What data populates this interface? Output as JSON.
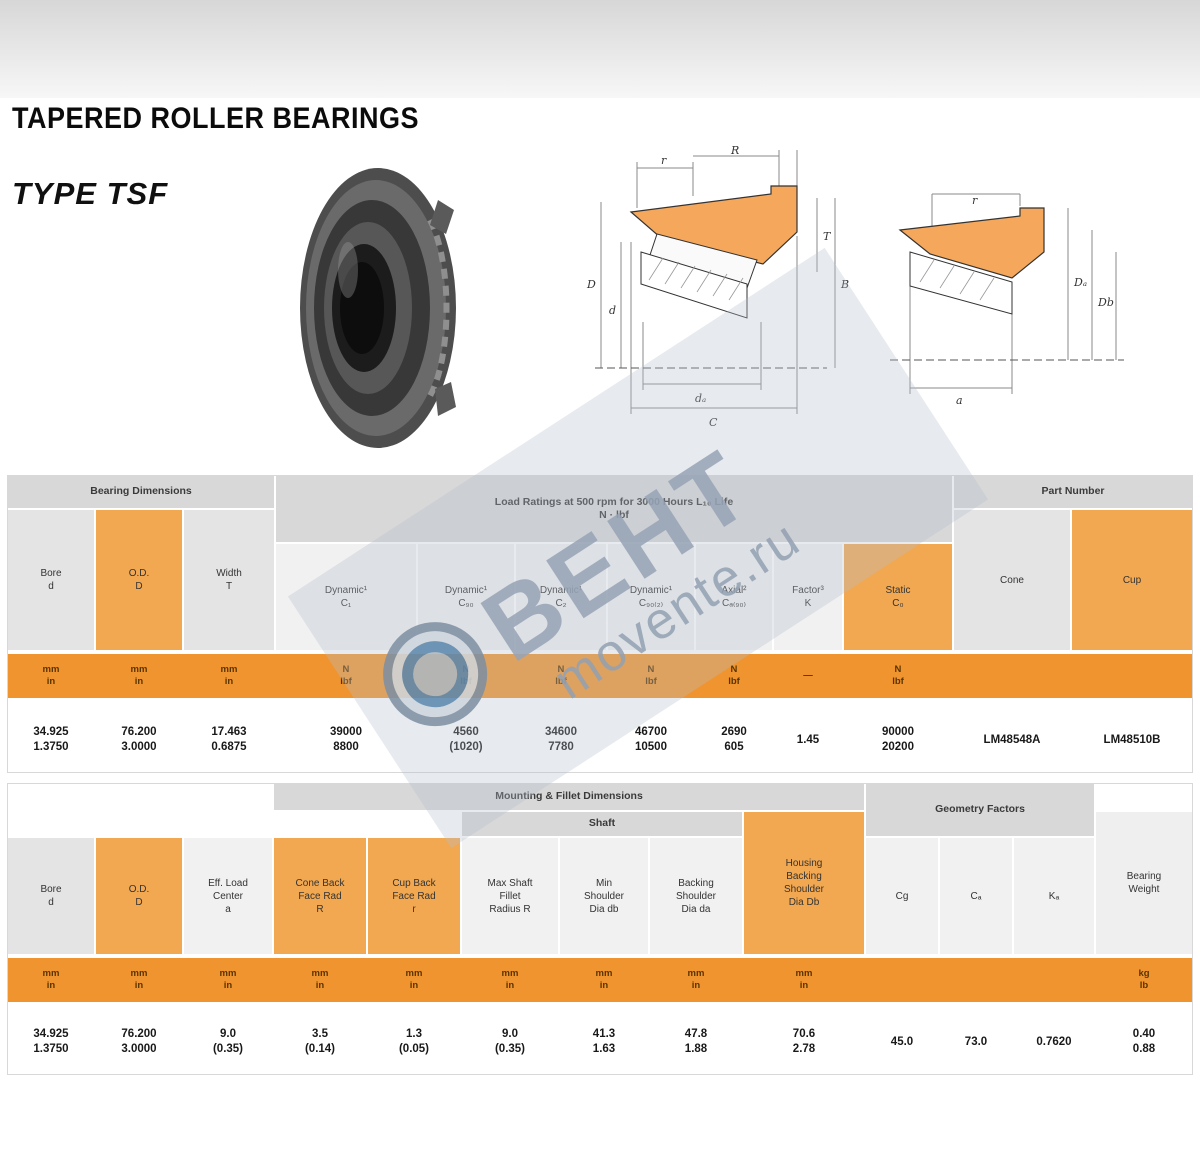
{
  "page": {
    "title_bar": "TAPERED ROLLER BEARINGS",
    "type_label": "TYPE TSF"
  },
  "watermark": {
    "brand": "ВЕНТ",
    "site": "movente.ru"
  },
  "diagrams": {
    "center": {
      "labels": [
        "r",
        "R",
        "D",
        "d",
        "T",
        "B",
        "dₐ",
        "C"
      ]
    },
    "right": {
      "labels": [
        "Dₐ",
        "Db",
        "a",
        "r"
      ]
    }
  },
  "table1": {
    "groups": {
      "dims": "Bearing Dimensions",
      "ratings": "Load Ratings at 500 rpm for 3000 Hours L₁₀ Life\nN · lbf",
      "part": "Part Number"
    },
    "columns": [
      {
        "label": "Bore\nd",
        "unit": "mm\nin",
        "value": "34.925\n1.3750"
      },
      {
        "label": "O.D.\nD",
        "unit": "mm\nin",
        "value": "76.200\n3.0000"
      },
      {
        "label": "Width\nT",
        "unit": "mm\nin",
        "value": "17.463\n0.6875"
      },
      {
        "label": "Dynamic¹\nC₁",
        "unit": "N\nlbf",
        "value": "39000\n8800"
      },
      {
        "label": "Dynamic¹\nC₉₀",
        "unit": "N\nlbf",
        "value": "4560\n(1020)"
      },
      {
        "label": "Dynamic¹\nC₂",
        "unit": "N\nlbf",
        "value": "34600\n7780"
      },
      {
        "label": "Dynamic¹\nC₉₀₍₂₎",
        "unit": "N\nlbf",
        "value": "46700\n10500"
      },
      {
        "label": "Axial²\nCₐ₍₉₀₎",
        "unit": "N\nlbf",
        "value": "2690\n605"
      },
      {
        "label": "Factor³\nK",
        "unit": "—",
        "value": "1.45"
      },
      {
        "label": "Static\nC₀",
        "unit": "N\nlbf",
        "value": "90000\n20200"
      },
      {
        "label": "Cone",
        "unit": "",
        "value": "LM48548A"
      },
      {
        "label": "Cup",
        "unit": "",
        "value": "LM48510B"
      }
    ]
  },
  "table2": {
    "groups": {
      "mount": "Mounting & Fillet Dimensions",
      "shaft": "Shaft",
      "geom": "Geometry Factors"
    },
    "columns": [
      {
        "label": "Bore\nd",
        "unit": "mm\nin",
        "value": "34.925\n1.3750"
      },
      {
        "label": "O.D.\nD",
        "unit": "mm\nin",
        "value": "76.200\n3.0000"
      },
      {
        "label": "Eff. Load\nCenter\na",
        "unit": "mm\nin",
        "value": "9.0\n(0.35)"
      },
      {
        "label": "Cone Back\nFace Rad\nR",
        "unit": "mm\nin",
        "value": "3.5\n(0.14)"
      },
      {
        "label": "Cup Back\nFace Rad\nr",
        "unit": "mm\nin",
        "value": "1.3\n(0.05)"
      },
      {
        "label": "Max Shaft\nFillet\nRadius R",
        "unit": "mm\nin",
        "value": "9.0\n(0.35)"
      },
      {
        "label": "Min\nShoulder\nDia db",
        "unit": "mm\nin",
        "value": "41.3\n1.63"
      },
      {
        "label": "Backing\nShoulder\nDia da",
        "unit": "mm\nin",
        "value": "47.8\n1.88"
      },
      {
        "label": "Housing\nBacking\nShoulder\nDia Db",
        "unit": "mm\nin",
        "value": "70.6\n2.78"
      },
      {
        "label": "Cg",
        "unit": "",
        "value": "45.0"
      },
      {
        "label": "Cₐ",
        "unit": "",
        "value": "73.0"
      },
      {
        "label": "Kₐ",
        "unit": "",
        "value": "0.7620"
      },
      {
        "label": "Bearing\nWeight",
        "unit": "kg\nlb",
        "value": "0.40\n0.88"
      }
    ]
  }
}
